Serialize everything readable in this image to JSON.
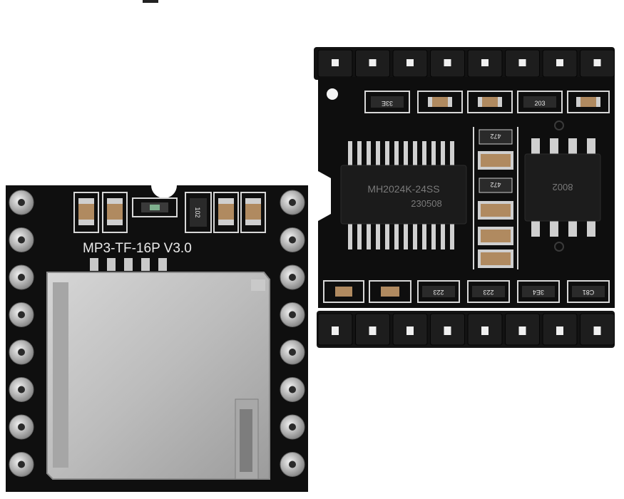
{
  "left_board": {
    "silkscreen": "MP3-TF-16P V3.0",
    "resistor_code": "102"
  },
  "right_board": {
    "chip_main_line1": "MH2024K-24SS",
    "chip_main_line2": "230508",
    "chip_amp": "8002",
    "top_resistors": [
      "33E",
      "203"
    ],
    "mid_resistors": [
      "472",
      "472"
    ],
    "bottom_resistors": [
      "223",
      "223",
      "3E4",
      "C81"
    ]
  },
  "colors": {
    "pcb": "#111111",
    "pad": "#c9c9c9",
    "card_slot": "#bdbdbd",
    "capacitor": "#b08a60"
  }
}
